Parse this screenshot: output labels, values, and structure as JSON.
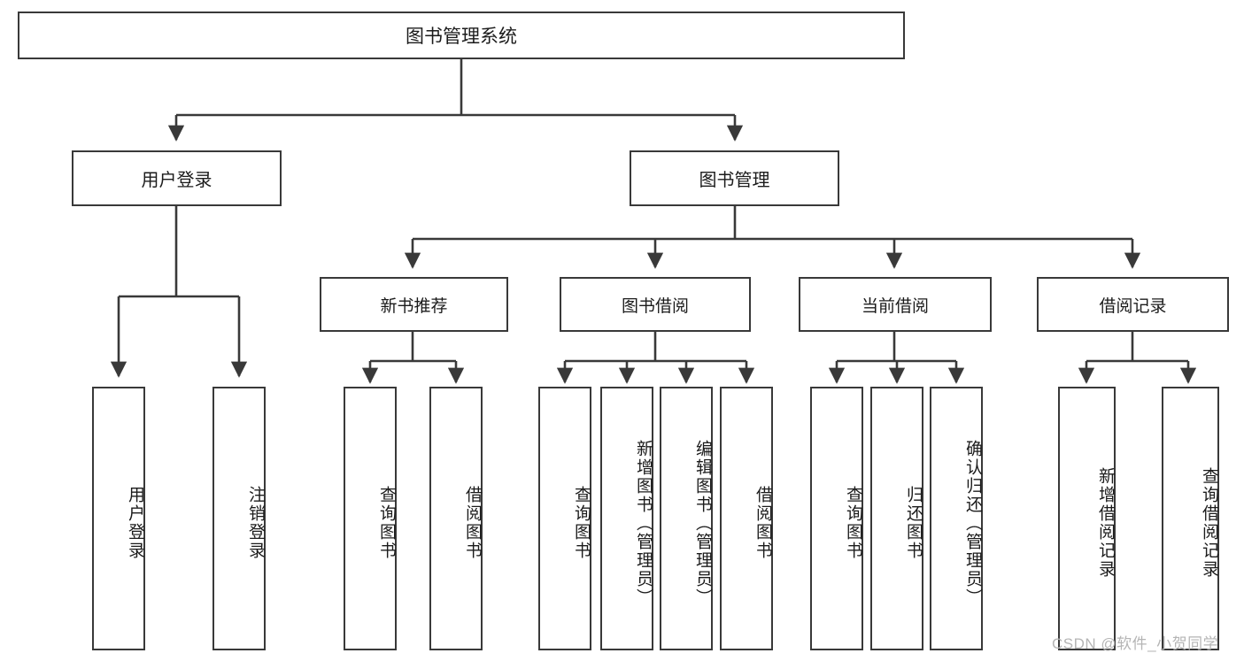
{
  "diagram": {
    "title": "图书管理系统",
    "type": "tree-hierarchy-chart",
    "watermark": "CSDN @软件_小贺同学",
    "colors": {
      "stroke": "#393939",
      "fill": "#ffffff",
      "text": "#1b1b1b",
      "watermark": "#b5b5b5"
    },
    "root": {
      "label": "图书管理系统"
    },
    "level2": [
      {
        "label": "用户登录"
      },
      {
        "label": "图书管理"
      }
    ],
    "level3": [
      {
        "label": "新书推荐"
      },
      {
        "label": "图书借阅"
      },
      {
        "label": "当前借阅"
      },
      {
        "label": "借阅记录"
      }
    ],
    "leaves": {
      "user_login": [
        {
          "label": "用户登录"
        },
        {
          "label": "注销登录"
        }
      ],
      "new_book_recommend": [
        {
          "label": "查询图书"
        },
        {
          "label": "借阅图书"
        }
      ],
      "book_borrow": [
        {
          "label": "查询图书"
        },
        {
          "label": "新增图书（管理员）"
        },
        {
          "label": "编辑图书（管理员）"
        },
        {
          "label": "借阅图书"
        }
      ],
      "current_borrow": [
        {
          "label": "查询图书"
        },
        {
          "label": "归还图书"
        },
        {
          "label": "确认归还（管理员）"
        }
      ],
      "borrow_record": [
        {
          "label": "新增借阅记录"
        },
        {
          "label": "查询借阅记录"
        }
      ]
    }
  }
}
